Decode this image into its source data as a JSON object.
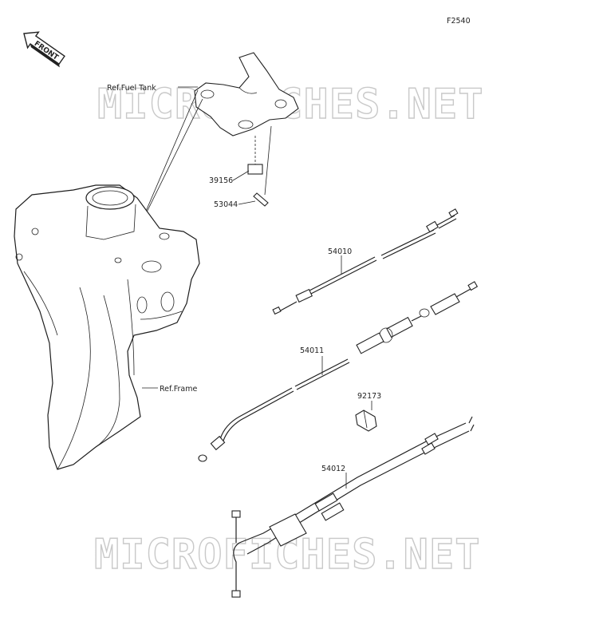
{
  "figure_code": "F2540",
  "front_label": "FRONT",
  "watermark": "MICROFICHES.NET",
  "reference_labels": {
    "fuel_tank": "Ref.Fuel Tank",
    "frame": "Ref.Frame"
  },
  "parts": [
    {
      "number": "39156"
    },
    {
      "number": "53044"
    },
    {
      "number": "54010"
    },
    {
      "number": "54011"
    },
    {
      "number": "92173"
    },
    {
      "number": "54012"
    }
  ]
}
